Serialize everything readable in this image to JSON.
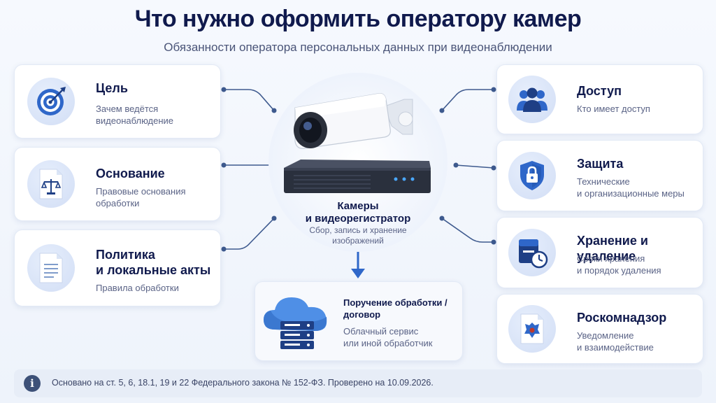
{
  "header": {
    "title": "Что нужно оформить оператору камер",
    "subtitle": "Обязанности оператора персональных данных при видеонаблюдении"
  },
  "left_cards": [
    {
      "title": "Цель",
      "desc1": "Зачем ведётся",
      "desc2": "видеонаблюдение",
      "icon": "target-icon"
    },
    {
      "title": "Основание",
      "desc1": "Правовые основания",
      "desc2": "обработки",
      "icon": "legal-document-icon"
    },
    {
      "title1": "Политика",
      "title2": "и локальные акты",
      "desc1": "Правила обработки",
      "icon": "policy-document-icon"
    }
  ],
  "right_cards": [
    {
      "title": "Доступ",
      "desc1": "Кто имеет доступ",
      "icon": "users-icon"
    },
    {
      "title": "Защита",
      "desc1": "Технические",
      "desc2": "и организационные меры",
      "icon": "shield-lock-icon"
    },
    {
      "title": "Хранение и удаление",
      "desc1": "Сроки хранения",
      "desc2": "и порядок удаления",
      "icon": "storage-clock-icon"
    },
    {
      "title": "Роскомнадзор",
      "desc1": "Уведомление",
      "desc2": "и взаимодействие",
      "icon": "emblem-document-icon"
    }
  ],
  "center": {
    "title1": "Камеры",
    "title2": "и видеорегистратор",
    "desc1": "Сбор, запись и хранение",
    "desc2": "изображений",
    "icon": "camera-dvr-icon"
  },
  "processor_card": {
    "title1": "Поручение обработки /",
    "title2": "договор",
    "desc1": "Облачный сервис",
    "desc2": "или иной обработчик",
    "icon": "cloud-server-icon"
  },
  "footer": {
    "text": "Основано на ст. 5, 6, 18.1, 19 и 22 Федерального закона № 152-ФЗ. Проверено на 10.09.2026.",
    "icon": "info-icon"
  },
  "colors": {
    "primary_dark": "#101a4d",
    "accent_blue": "#2f67c9",
    "icon_bg": "#d6e2f6"
  }
}
